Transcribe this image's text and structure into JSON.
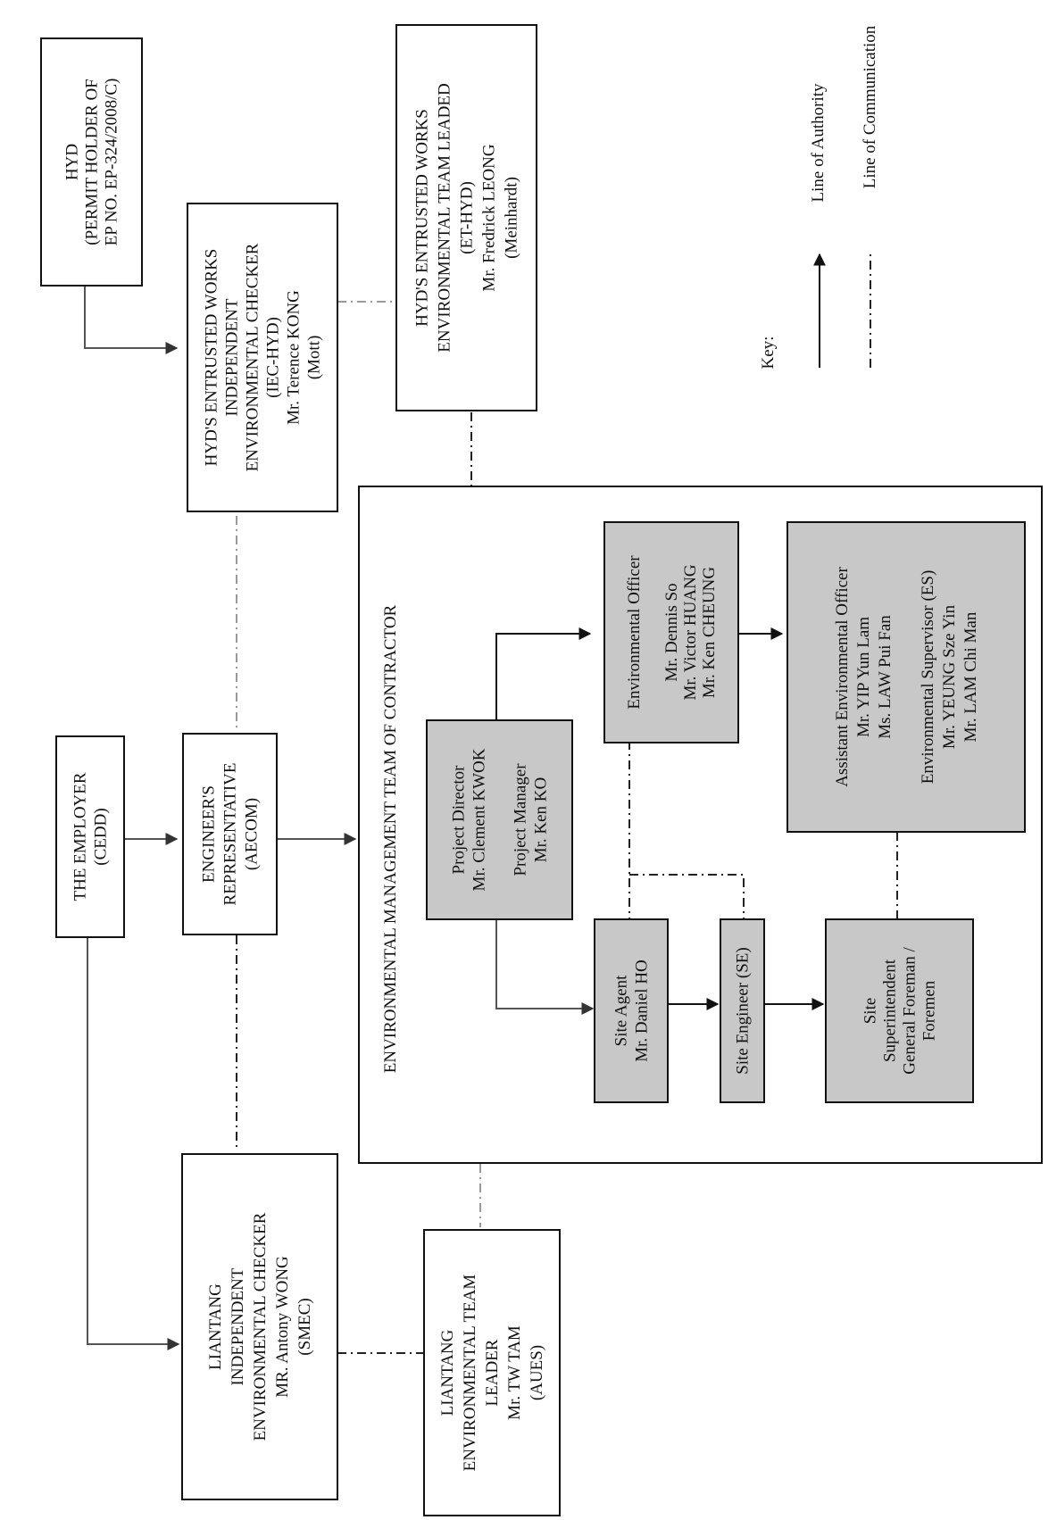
{
  "boxes": {
    "hyd": [
      "HYD",
      "(PERMIT HOLDER OF",
      "EP NO. EP-324/2008/C)"
    ],
    "iec_hyd": [
      "HYD'S ENTRUSTED WORKS",
      "INDEPENDENT",
      "ENVIRONMENTAL CHECKER",
      "(IEC-HYD)",
      "Mr. Terence KONG",
      "(Mott)"
    ],
    "et_hyd": [
      "HYD'S ENTRUSTED WORKS",
      "ENVIRONMENTAL TEAM LEADED",
      "(ET-HYD)",
      "Mr. Fredrick LEONG",
      "(Meinhardt)"
    ],
    "employer": [
      "THE EMPLOYER",
      "(CEDD)"
    ],
    "engineer": [
      "ENGINEER'S",
      "REPRESENTATIVE",
      "(AECOM)"
    ],
    "liantang_iec": [
      "LIANTANG",
      "INDEPENDENT",
      "ENVIRONMENTAL CHECKER",
      "MR. Antony WONG",
      "(SMEC)"
    ],
    "liantang_et": [
      "LIANTANG",
      "ENVIRONMENTAL TEAM",
      "LEADER",
      "Mr. TW TAM",
      "(AUES)"
    ],
    "project": [
      "Project Director",
      "Mr. Clement KWOK",
      "",
      "Project Manager",
      "Mr. Ken KO"
    ],
    "env_officer": [
      "Environmental Officer",
      "",
      "Mr. Dennis So",
      "Mr. Victor HUANG",
      "Mr. Ken CHEUNG"
    ],
    "assistant": [
      "Assistant Environmental Officer",
      "Mr. YIP Yun Lam",
      "Ms. LAW Pui Fan",
      "",
      "Environmental Supervisor (ES)",
      "Mr. YEUNG Sze Yin",
      "Mr. LAM Chi Man"
    ],
    "site_agent": [
      "Site Agent",
      "Mr. Daniel HO"
    ],
    "site_engineer": [
      "Site Engineer (SE)"
    ],
    "site_super": [
      "Site",
      "Superintendent",
      "General Foreman /",
      "Foremen"
    ]
  },
  "contractor_title": "ENVIRONMENTAL MANAGEMENT TEAM OF CONTRACTOR",
  "key": {
    "title": "Key:",
    "authority": "Line of Authority",
    "communication": "Line of Communication"
  },
  "colors": {
    "grey_box": "#c8c8c8",
    "outline": "#111111"
  }
}
